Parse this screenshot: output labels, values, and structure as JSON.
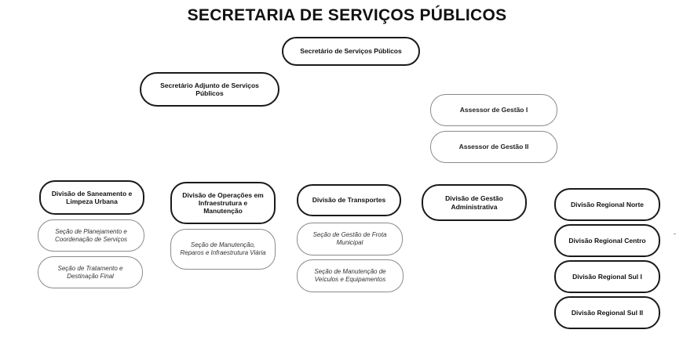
{
  "title": "SECRETARIA DE SERVIÇOS PÚBLICOS",
  "secretario": "Secretário de Serviços Públicos",
  "adjunto": "Secretário Adjunto de Serviços Públicos",
  "assessores": [
    "Assessor de Gestão I",
    "Assessor de Gestão II"
  ],
  "divisao_saneamento": {
    "label": "Divisão de Saneamento e Limpeza Urbana",
    "secoes": [
      "Seção de Planejamento e Coordenação de Serviços",
      "Seção de Tratamento e Destinação Final"
    ]
  },
  "divisao_operacoes": {
    "label": "Divisão de Operações em Infraestrutura e Manutenção",
    "secoes": [
      "Seção de Manutenção, Reparos e Infraestrutura Viária"
    ]
  },
  "divisao_transportes": {
    "label": "Divisão de Transportes",
    "secoes": [
      "Seção de Gestão de Frota Municipal",
      "Seção de Manutenção de Veículos e Equipamentos"
    ]
  },
  "divisao_gestao": {
    "label": "Divisão de Gestão Administrativa"
  },
  "divisoes_regionais": [
    "Divisão Regional Norte",
    "Divisão Regional Centro",
    "Divisão Regional Sul I",
    "Divisão Regional Sul II"
  ]
}
